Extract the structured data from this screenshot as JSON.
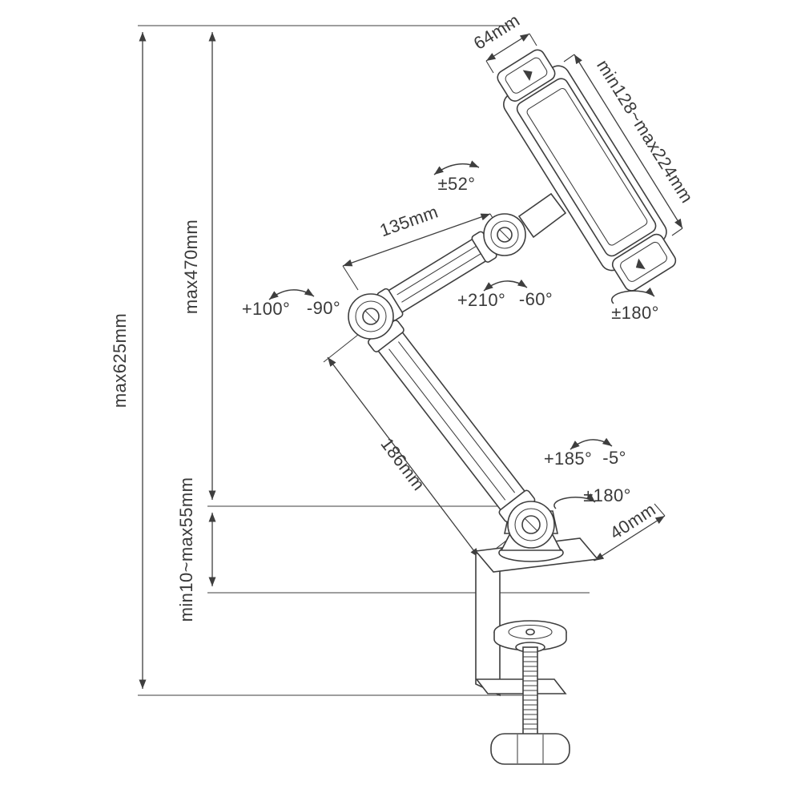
{
  "page": {
    "background": "#ffffff",
    "line_color": "#3e3e3e"
  },
  "diagram": {
    "dimensions": {
      "total_height": "max625mm",
      "arm_height": "max470mm",
      "clamp_opening": "min10~max55mm",
      "top_jaw_width": "64mm",
      "holder_span": "min128~max224mm",
      "upper_arm_length": "135mm",
      "lower_arm_length": "186mm",
      "clamp_width": "40mm"
    },
    "angles": {
      "holder_tilt": "±52°",
      "elbow_pos": "+100°",
      "elbow_neg": "-90°",
      "mid_joint_pos": "+210°",
      "mid_joint_neg": "-60°",
      "holder_rotation": "±180°",
      "base_pos": "+185°",
      "base_neg": "-5°",
      "base_rotation": "±180°"
    }
  }
}
